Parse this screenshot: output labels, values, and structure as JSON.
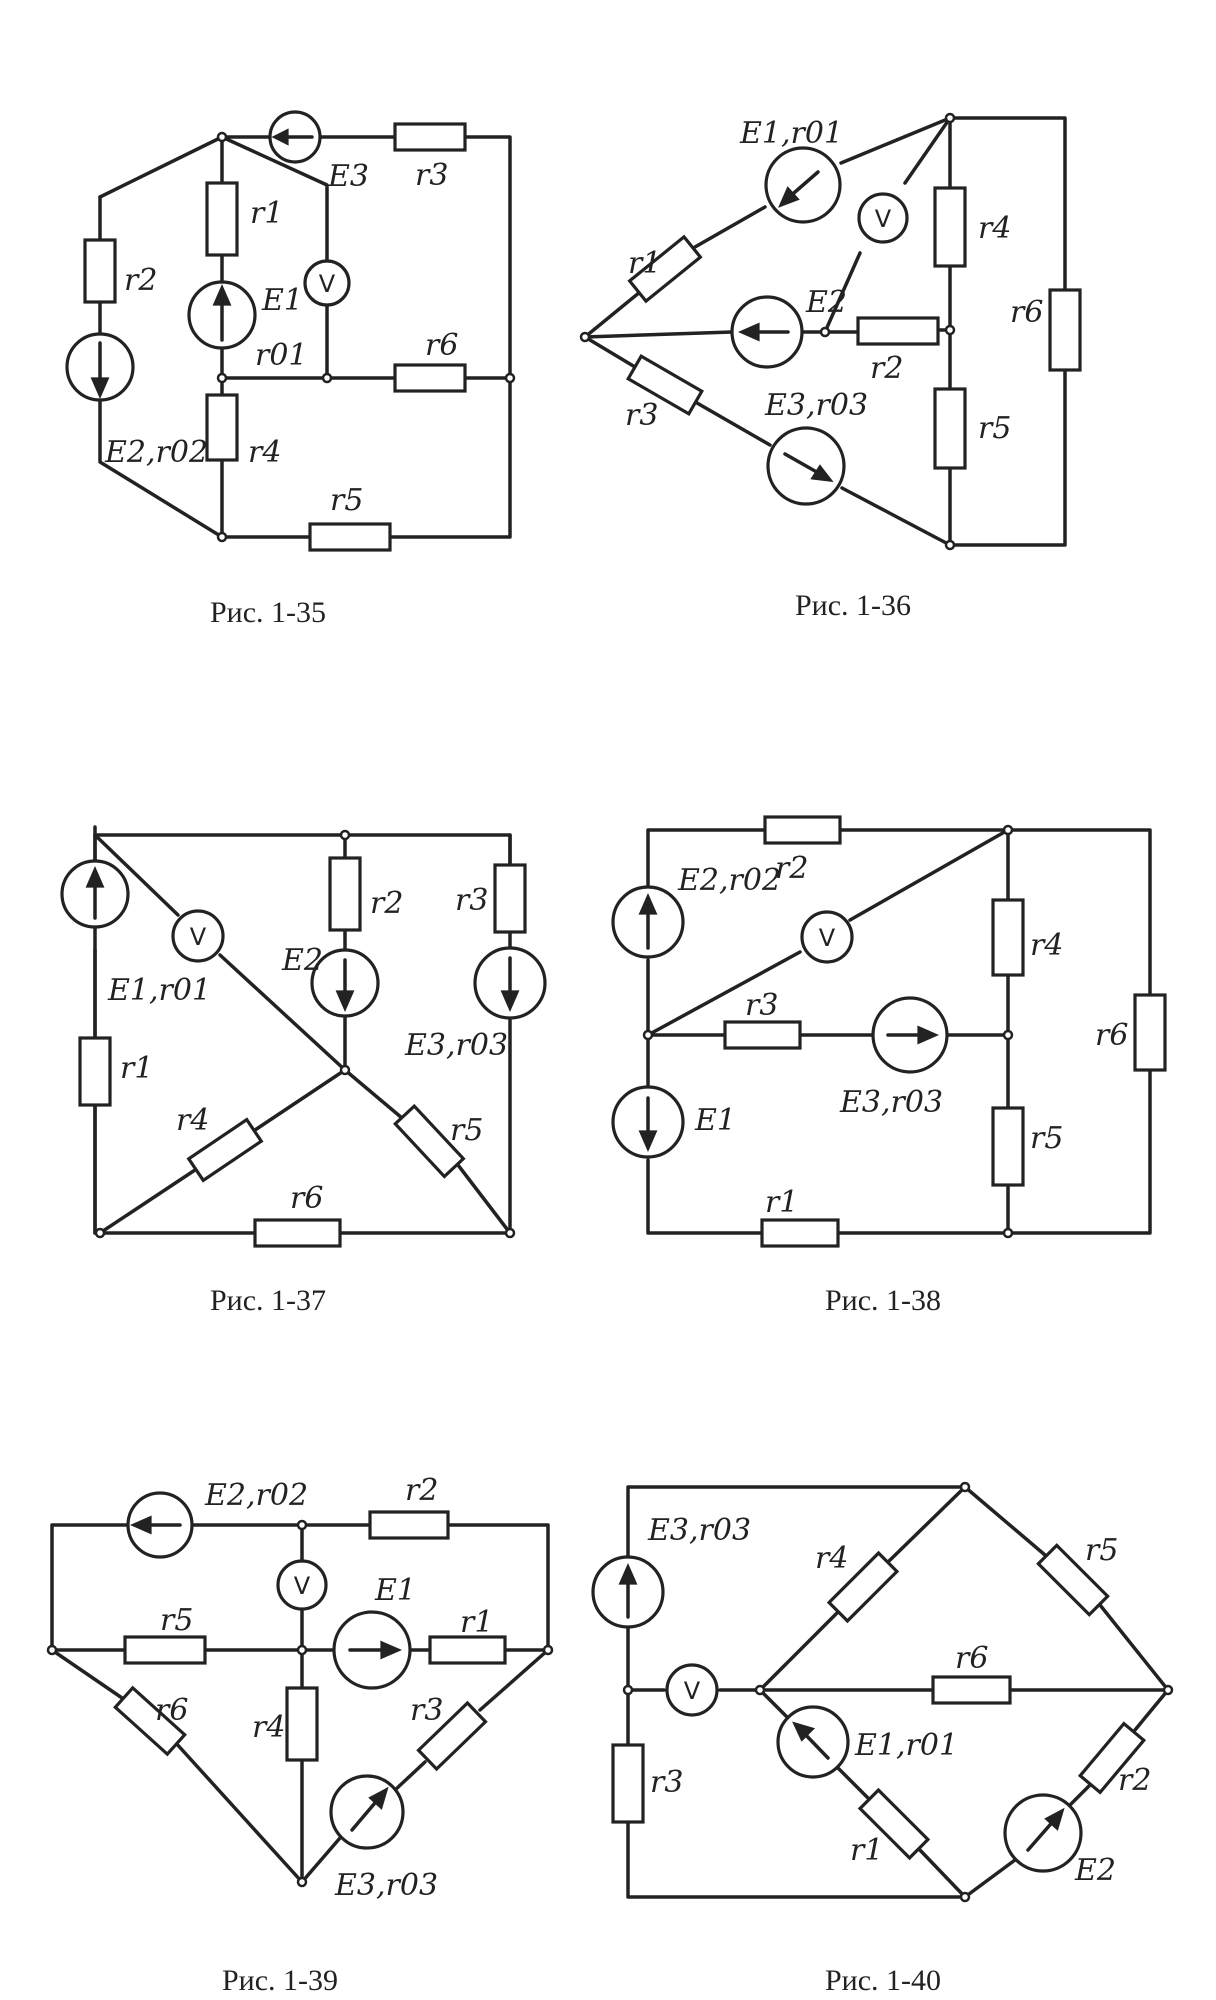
{
  "figures": [
    {
      "caption": "Рис. 1-35",
      "labels": {
        "r1": "r1",
        "r2": "r2",
        "r3": "r3",
        "r4": "r4",
        "r5": "r5",
        "r6": "r6",
        "E1": "E1",
        "r01": "r01",
        "E2r02": "E2,r02",
        "E3": "E3",
        "V": "V"
      }
    },
    {
      "caption": "Рис. 1-36",
      "labels": {
        "E1r01": "E1,r01",
        "r1": "r1",
        "r2": "r2",
        "r3": "r3",
        "r4": "r4",
        "r5": "r5",
        "r6": "r6",
        "E2": "E2",
        "E3r03": "E3,r03",
        "V": "V"
      }
    },
    {
      "caption": "Рис. 1-37",
      "labels": {
        "E1r01": "E1,r01",
        "r1": "r1",
        "r2": "r2",
        "r3": "r3",
        "r4": "r4",
        "r5": "r5",
        "r6": "r6",
        "E2": "E2",
        "E3r03": "E3,r03",
        "V": "V"
      }
    },
    {
      "caption": "Рис. 1-38",
      "labels": {
        "E2r02": "E2,r02",
        "r2": "r2",
        "r3": "r3",
        "r4": "r4",
        "r5": "r5",
        "r6": "r6",
        "r1": "r1",
        "E1": "E1",
        "E3r03": "E3,r03",
        "V": "V"
      }
    },
    {
      "caption": "Рис. 1-39",
      "labels": {
        "E2r02": "E2,r02",
        "r2": "r2",
        "r5": "r5",
        "E1": "E1",
        "r1": "r1",
        "r6": "r6",
        "r4": "r4",
        "r3": "r3",
        "E3r03": "E3,r03",
        "V": "V"
      }
    },
    {
      "caption": "Рис. 1-40",
      "labels": {
        "E3r03": "E3,r03",
        "r4": "r4",
        "r5": "r5",
        "r6": "r6",
        "r3": "r3",
        "E1r01": "E1,r01",
        "r1": "r1",
        "r2": "r2",
        "E2": "E2",
        "V": "V"
      }
    }
  ]
}
